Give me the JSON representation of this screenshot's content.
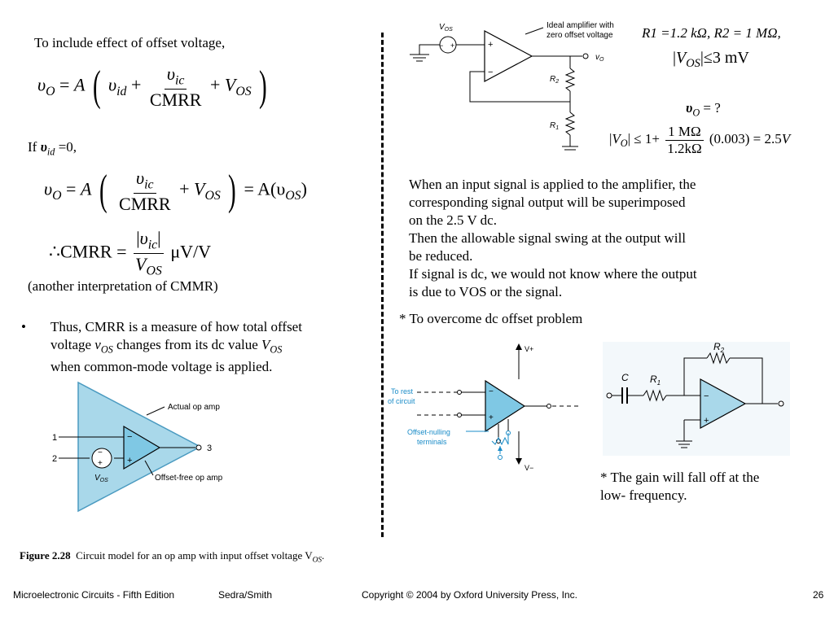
{
  "left": {
    "heading": "To include effect of offset voltage,",
    "eq1": {
      "lhs": "υ",
      "lhs_sub": "O",
      "A": "A",
      "id": "id",
      "ic": "υ",
      "ic_sub": "ic",
      "cmrr": "CMRR",
      "vos": "V",
      "vos_sub": "OS"
    },
    "if_line": {
      "prefix": "If ",
      "var": "υ",
      "var_sub": "id",
      "rest": " =0,"
    },
    "eq2": {
      "rhs": "= A(υ",
      "rhs_sub": "OS",
      "rhs_close": ")"
    },
    "eq3": {
      "lhs": "∴CMRR =",
      "num": "υ",
      "num_sub": "ic",
      "den": "V",
      "den_sub": "OS",
      "unit": "μV/V"
    },
    "another": "(another interpretation of CMMR)",
    "bullet": "•",
    "bullet_text_1": "Thus, CMRR is a measure of how total offset",
    "bullet_text_2a": "voltage ",
    "bullet_text_2b": "v",
    "bullet_text_2c": "OS",
    "bullet_text_2d": " changes from its dc value ",
    "bullet_text_2e": "V",
    "bullet_text_2f": "OS",
    "bullet_text_3": "when common-mode voltage is applied.",
    "fig_label_actual": "Actual op amp",
    "fig_label_free": "Offset-free op amp",
    "fig_pin1": "1",
    "fig_pin2": "2",
    "fig_pin3": "3",
    "fig_vos": "V",
    "fig_vos_sub": "OS",
    "caption_bold": "Figure 2.28",
    "caption_text": "Circuit model for an op amp with input offset voltage V",
    "caption_sub": "OS",
    "caption_end": "."
  },
  "right": {
    "amp_vos": "V",
    "amp_vos_sub": "OS",
    "amp_label_1": "Ideal amplifier with",
    "amp_label_2": "zero offset voltage",
    "amp_vo": "v",
    "amp_vo_sub": "O",
    "r2": "R",
    "r2_sub": "2",
    "r1": "R",
    "r1_sub": "1",
    "given_1": "R1 =1.2 kΩ, R2 = 1 MΩ,",
    "given_2_v": "V",
    "given_2_sub": "OS",
    "given_2_rest": "≤3 mV",
    "vo_q": "υ",
    "vo_q_sub": "O",
    "vo_q_rest": " = ?",
    "vo_eq_lhs": "V",
    "vo_eq_lhs_sub": "O",
    "vo_eq_mid": "≤ 1+",
    "vo_eq_num": "1 MΩ",
    "vo_eq_den": "1.2kΩ",
    "vo_eq_rest": "(0.003) = 2.5",
    "vo_eq_v": "V",
    "para_1": "When an input signal is applied to the amplifier, the",
    "para_2": "corresponding signal output will be superimposed",
    "para_3": "on the 2.5 V dc.",
    "para_4": "Then the allowable signal swing at the output will",
    "para_5": "be reduced.",
    "para_6": "If signal is dc, we would not know where the output",
    "para_7": "is due to VOS or the signal.",
    "overcome": "* To overcome dc offset problem",
    "null_rest_1": "To rest",
    "null_rest_2": "of circuit",
    "null_terms_1": "Offset-nulling",
    "null_terms_2": "terminals",
    "null_vplus": "V+",
    "null_vminus": "V−",
    "ac_c": "C",
    "ac_r1": "R",
    "ac_r1_sub": "1",
    "ac_r2": "R",
    "ac_r2_sub": "2",
    "gain_1": "* The gain will fall off at the",
    "gain_2": "low- frequency."
  },
  "footer": {
    "book": "Microelectronic Circuits - Fifth Edition",
    "authors": "Sedra/Smith",
    "copyright": "Copyright © 2004 by Oxford University Press, Inc.",
    "page": "26"
  },
  "colors": {
    "amp_fill": "#a9d8ea",
    "amp_inner": "#7fc8e4",
    "annot_blue": "#1a8cc8"
  }
}
